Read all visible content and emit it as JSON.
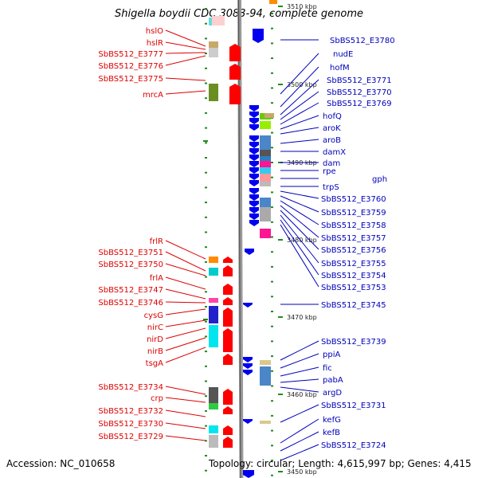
{
  "title": "Shigella boydii CDC 3083-94, complete genome",
  "accession_text": "Accession: NC_010658",
  "topology_text": "Topology: circular; Length: 4,615,997 bp; Genes: 4,415",
  "colors": {
    "left_label": "#dd0000",
    "right_label": "#0000bb",
    "forward_arrow": "#ff0000",
    "reverse_arrow": "#0000ee",
    "tick": "#228b22",
    "backbone": "#888888"
  },
  "scale_ticks": [
    {
      "label": "3510 kbp"
    },
    {
      "label": "3500 kbp"
    },
    {
      "label": "3490 kbp"
    },
    {
      "label": "3480 kbp"
    },
    {
      "label": "3470 kbp"
    },
    {
      "label": "3460 kbp"
    },
    {
      "label": "3450 kbp"
    }
  ],
  "left_labels": [
    "hslO",
    "hslR",
    "SbBS512_E3777",
    "SbBS512_E3776",
    "SbBS512_E3775",
    "mrcA",
    "frlR",
    "SbBS512_E3751",
    "SbBS512_E3750",
    "frlA",
    "SbBS512_E3747",
    "SbBS512_E3746",
    "cysG",
    "nirC",
    "nirD",
    "nirB",
    "tsgA",
    "SbBS512_E3734",
    "crp",
    "SbBS512_E3732",
    "SbBS512_E3730",
    "SbBS512_E3729"
  ],
  "right_labels": [
    "SbBS512_E3780",
    "nudE",
    "hofM",
    "SbBS512_E3771",
    "SbBS512_E3770",
    "SbBS512_E3769",
    "hofQ",
    "aroK",
    "aroB",
    "damX",
    "dam",
    "rpe",
    "gph",
    "trpS",
    "SbBS512_E3760",
    "SbBS512_E3759",
    "SbBS512_E3758",
    "SbBS512_E3757",
    "SbBS512_E3756",
    "SbBS512_E3755",
    "SbBS512_E3754",
    "SbBS512_E3753",
    "SbBS512_E3745",
    "SbBS512_E3739",
    "ppiA",
    "fic",
    "pabA",
    "argD",
    "SbBS512_E3731",
    "kefG",
    "kefB",
    "SbBS512_E3724"
  ]
}
